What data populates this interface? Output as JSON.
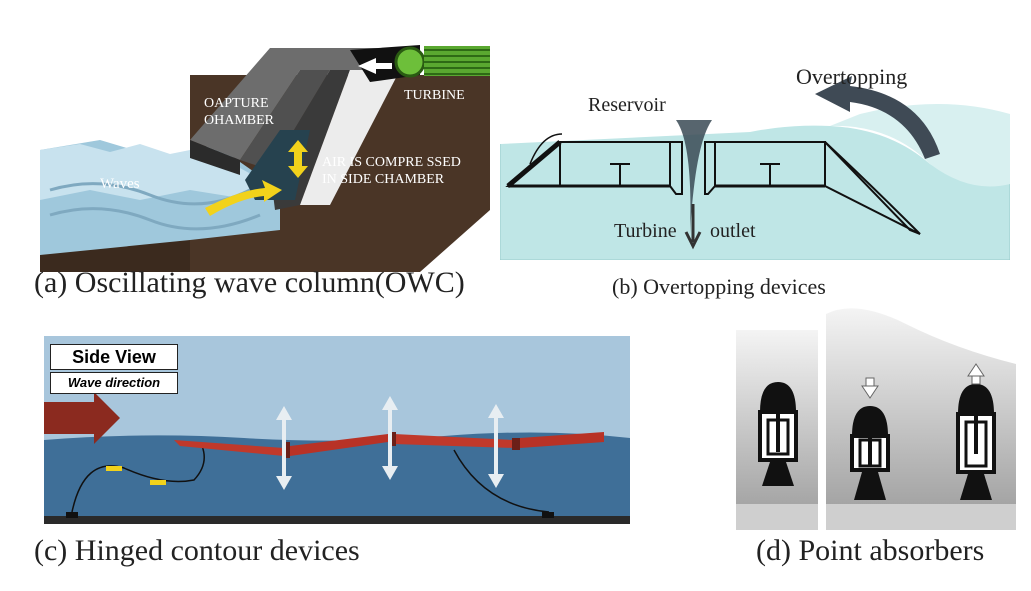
{
  "panels": {
    "a": {
      "caption": "(a) Oscillating wave column(OWC)",
      "labels": {
        "capture": "OAPTURE\nOHAMBER",
        "turbine": "TURBINE",
        "air": "AIR IS COMPRE SSED\nIN SIDE CHAMBER",
        "waves": "Waves"
      }
    },
    "b": {
      "caption": "(b) Overtopping devices",
      "labels": {
        "reservoir": "Reservoir",
        "overtopping": "Overtopping",
        "turbine": "Turbine",
        "outlet": "outlet"
      }
    },
    "c": {
      "caption": "(c) Hinged contour devices",
      "labels": {
        "side_view": "Side View",
        "wave_direction": "Wave direction"
      }
    },
    "d": {
      "caption": "(d) Point absorbers"
    }
  },
  "colors": {
    "water_light": "#bfe6e6",
    "water_dark": "#3f6f98",
    "sky": "#a8c6dc",
    "earth": "#4a3526",
    "tube_red": "#c0392b",
    "arrow_dark_red": "#8b2a1f",
    "arrow_yellow": "#f2d21b"
  }
}
